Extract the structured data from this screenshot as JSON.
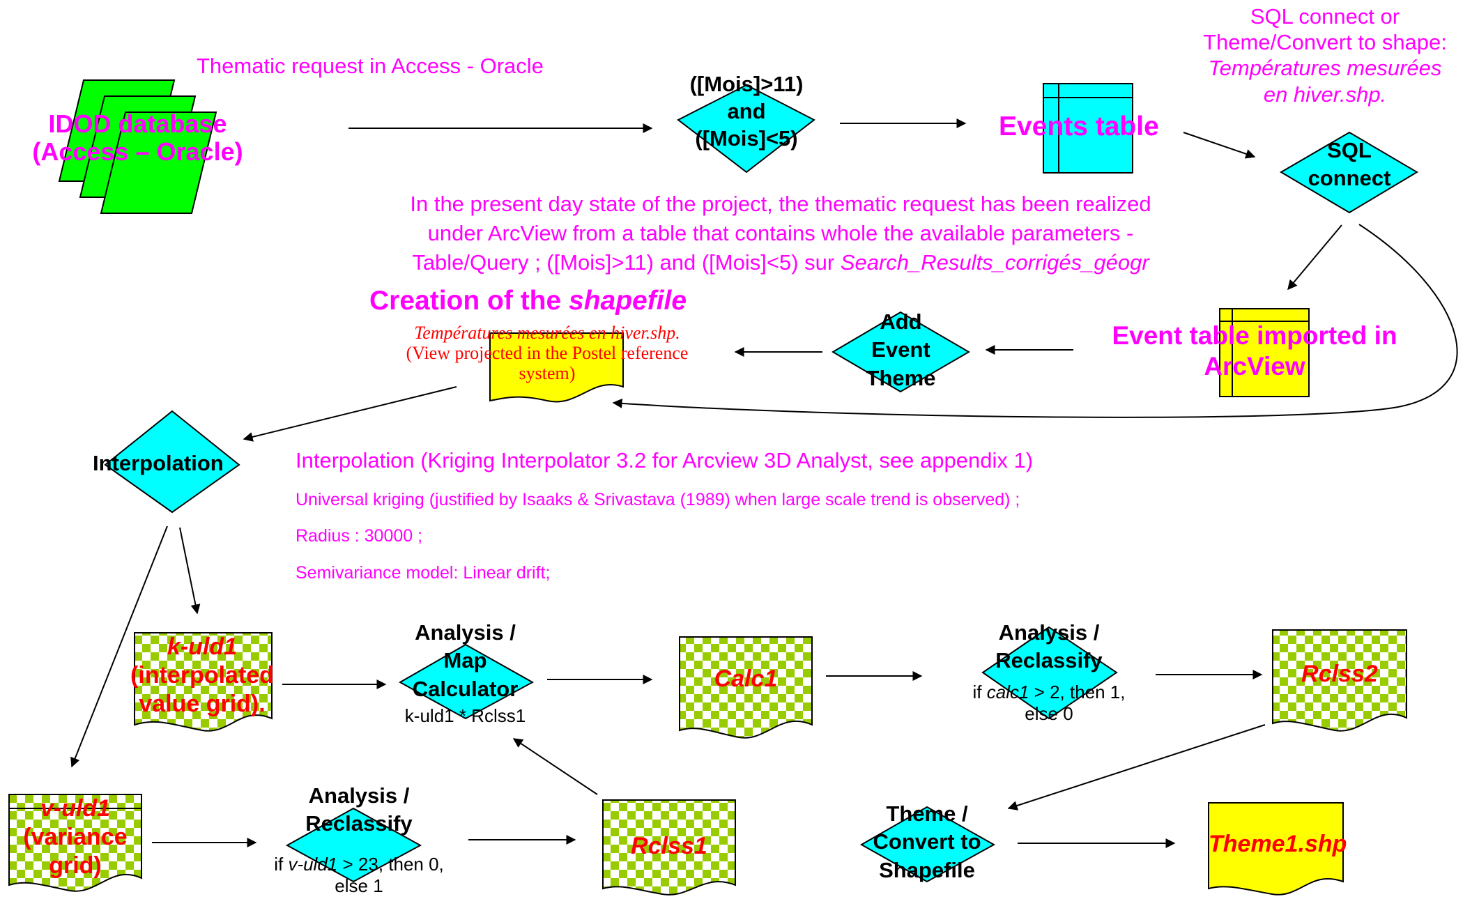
{
  "colors": {
    "magenta_text": "#ff00ff",
    "red_text": "#ff0000",
    "database_fill": "#00ff00",
    "process_fill": "#00ffff",
    "shapefile_fill": "#ffff00",
    "grid_check_a": "#99cc00",
    "grid_check_b": "#ffffff"
  },
  "top": {
    "thematic_request_label": "Thematic request in Access - Oracle",
    "database_line1": "IDOD database",
    "database_line2": "(Access – Oracle)",
    "query_line1": "([Mois]>11)",
    "query_line2": "and",
    "query_line3": "([Mois]<5)",
    "events_table": "Events table",
    "sql_note_line1": "SQL connect  or",
    "sql_note_line2": "Theme/Convert to shape:",
    "sql_note_line3": "Températures mesurées",
    "sql_note_line4": "en hiver.shp.",
    "sql_connect_line1": "SQL",
    "sql_connect_line2": "connect"
  },
  "note": {
    "line1": "In the present day state of the project, the thematic request has been realized",
    "line2": "under ArcView from a table that contains whole the available parameters -",
    "line3_plain": "Table/Query ; ([Mois]>11) and ([Mois]<5) sur ",
    "line3_italic": "Search_Results_corrigés_géogr"
  },
  "middle": {
    "creation_title_plain": "Creation of the ",
    "creation_title_italic": "shapefile",
    "creation_sub1": "Températures mesurées en hiver.shp.",
    "creation_sub2": "(View projected in the Postel reference",
    "creation_sub3": "system)",
    "add_event_line1": "Add",
    "add_event_line2": "Event",
    "add_event_line3": "Theme",
    "imported_line1": "Event table imported in",
    "imported_line2": "ArcView"
  },
  "interpolation": {
    "label": "Interpolation",
    "title": "Interpolation (Kriging Interpolator 3.2 for Arcview 3D Analyst, see appendix  1)",
    "detail1": "Universal kriging (justified by Isaaks & Srivastava (1989) when large scale trend is observed) ;",
    "detail2": "Radius : 30000 ;",
    "detail3": "Semivariance model: Linear drift;"
  },
  "row1": {
    "kuld1_line1": "k-uld1",
    "kuld1_line2": "(interpolated",
    "kuld1_line3": "value grid).",
    "mapcalc_line1": "Analysis /",
    "mapcalc_line2": "Map",
    "mapcalc_line3": "Calculator",
    "mapcalc_expr": "k-uld1 * Rclss1",
    "calc1": "Calc1",
    "reclass2_line1": "Analysis /",
    "reclass2_line2": "Reclassify",
    "reclass2_rule_pre": "if ",
    "reclass2_rule_var": "calc1",
    "reclass2_rule_post": " > 2, then 1,",
    "reclass2_rule_else": "else 0",
    "rclss2": "Rclss2"
  },
  "row2": {
    "vuld1_line1": "v-uld1",
    "vuld1_line2": "(variance",
    "vuld1_line3": "grid)",
    "reclass1_line1": "Analysis /",
    "reclass1_line2": "Reclassify",
    "reclass1_rule_pre": "if ",
    "reclass1_rule_var": "v-uld1",
    "reclass1_rule_post": " > 23, then 0,",
    "reclass1_rule_else": "else 1",
    "rclss1": "Rclss1",
    "convert_line1": "Theme /",
    "convert_line2": "Convert to",
    "convert_line3": "Shapefile",
    "theme1": "Theme1.shp"
  }
}
